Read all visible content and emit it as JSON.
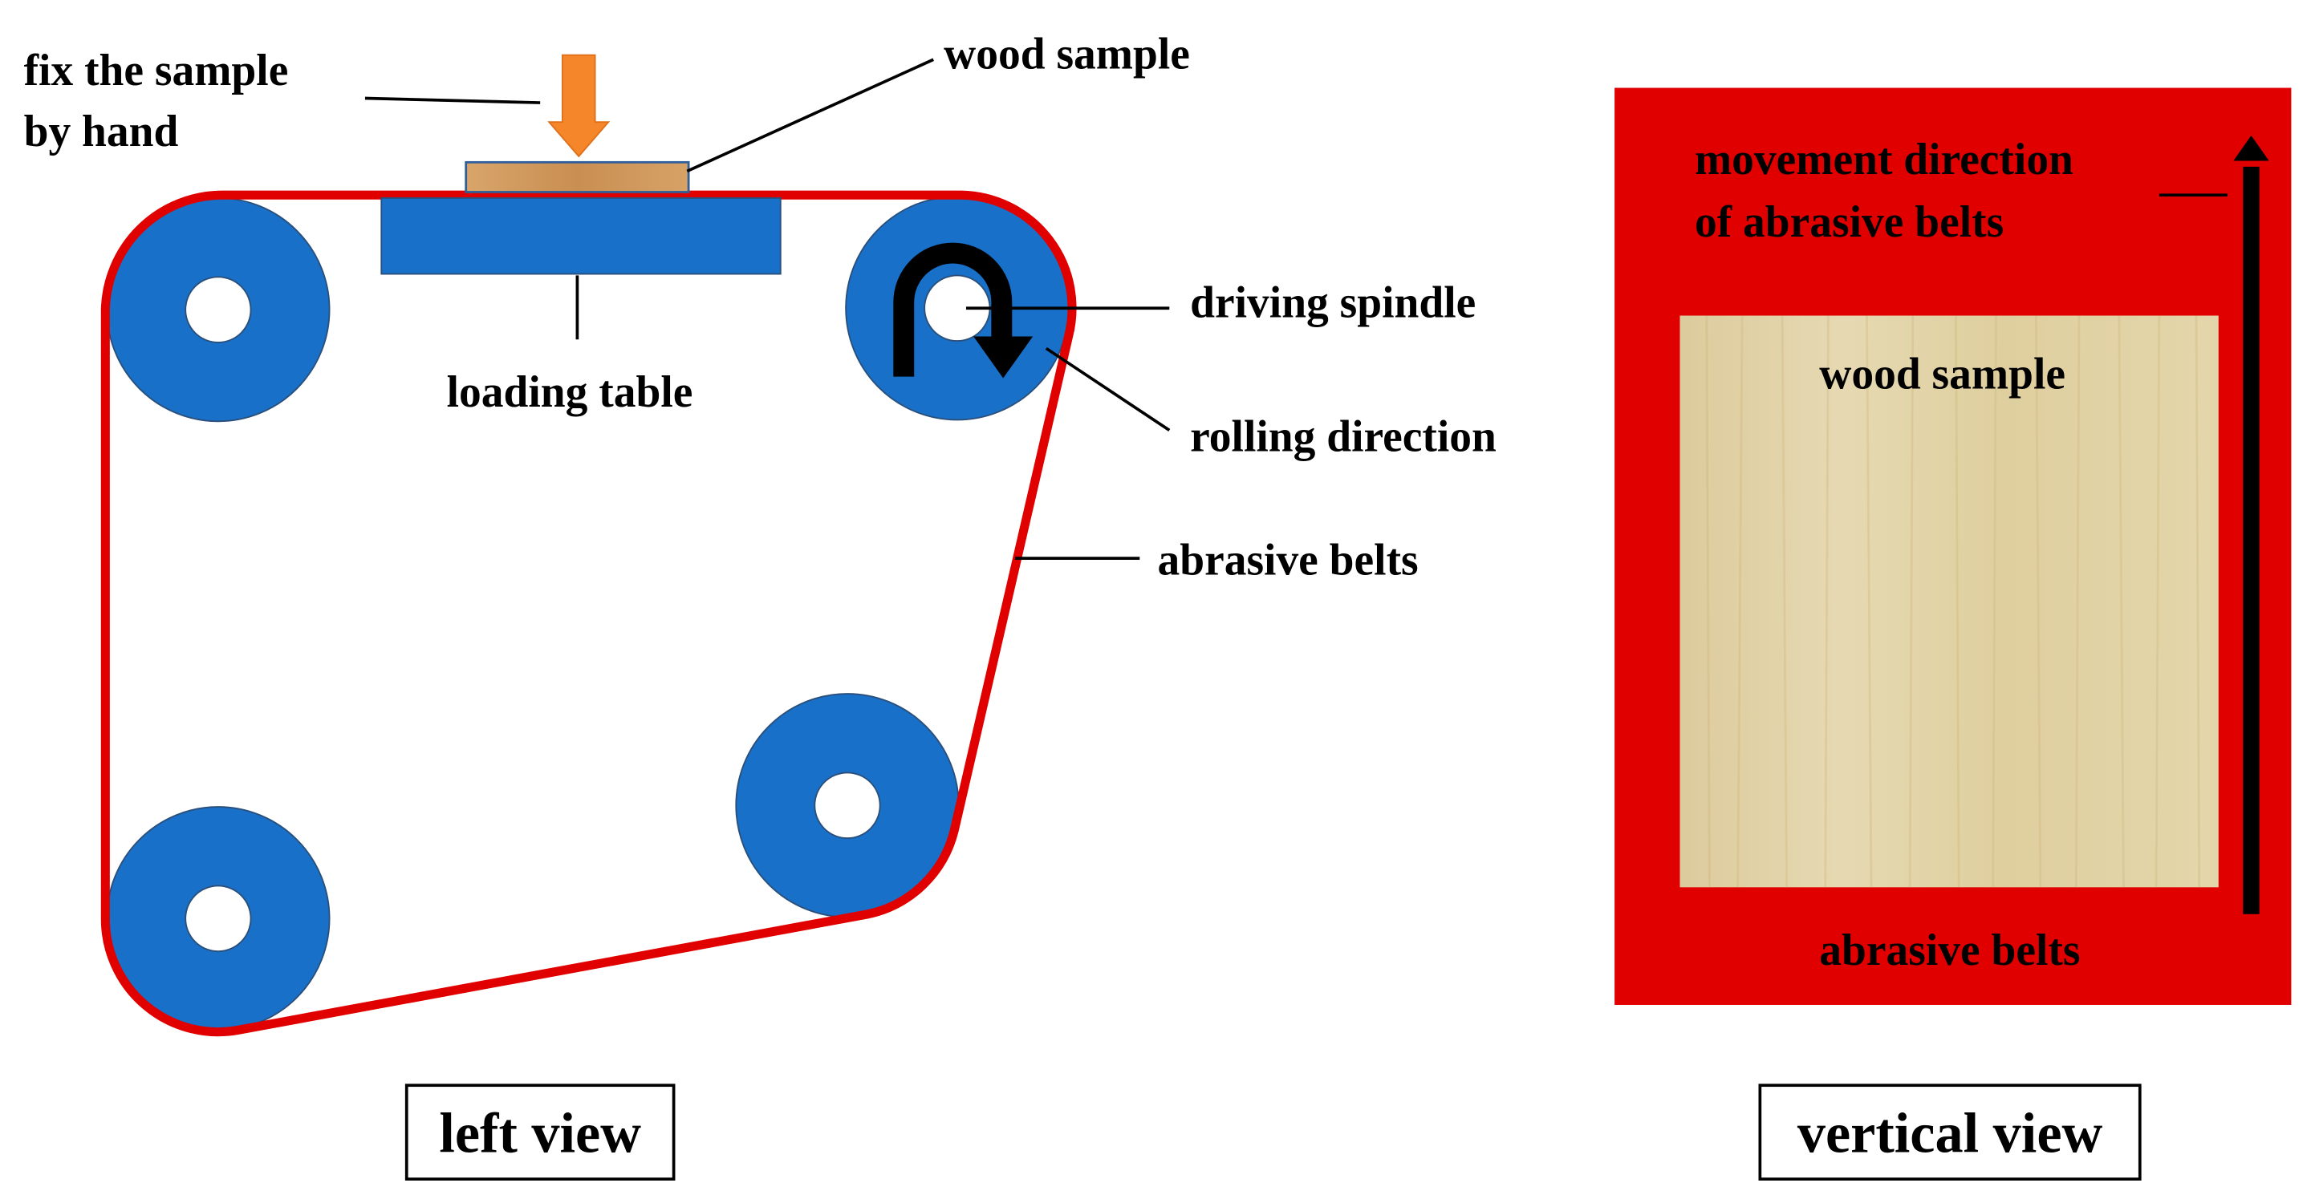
{
  "left_view": {
    "labels": {
      "fix_sample_line1": "fix the sample",
      "fix_sample_line2": "by hand",
      "wood_sample": "wood sample",
      "loading_table": "loading table",
      "driving_spindle": "driving spindle",
      "rolling_direction": "rolling direction",
      "abrasive_belts": "abrasive belts"
    },
    "caption": "left view"
  },
  "vertical_view": {
    "labels": {
      "movement_line1": "movement direction",
      "movement_line2": "of abrasive belts",
      "wood_sample": "wood sample",
      "abrasive_belts": "abrasive belts"
    },
    "caption": "vertical view"
  },
  "colors": {
    "belt_red": "#e00000",
    "spindle_blue": "#1870c8",
    "arrow_orange": "#f5862a",
    "wood_light": "#e3d4a8",
    "wood_strip": "#d09a5c",
    "black": "#000000"
  },
  "icons": {
    "press_arrow": "arrow-down-icon",
    "rolling_arrow": "u-turn-arrow-icon",
    "movement_arrow": "arrow-up-icon"
  }
}
